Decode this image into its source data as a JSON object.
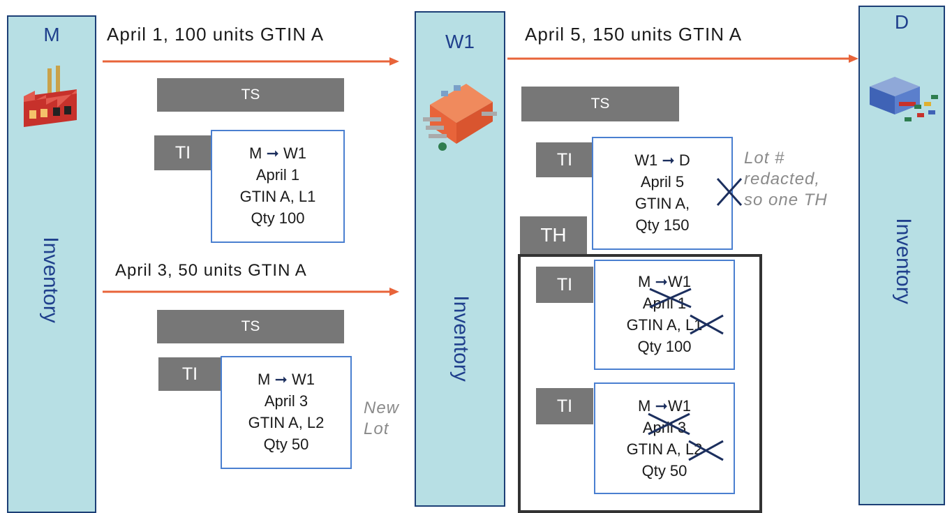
{
  "nodes": {
    "manufacturer": {
      "title": "M",
      "side_label": "Inventory",
      "icon": "factory-icon"
    },
    "warehouse": {
      "title": "W1",
      "side_label": "Inventory",
      "icon": "warehouse-icon"
    },
    "distributor": {
      "title": "D",
      "side_label": "Inventory",
      "icon": "distribution-center-icon"
    }
  },
  "shipments": [
    {
      "label": "April 1, 100 units GTIN A"
    },
    {
      "label": "April 3, 50 units GTIN A"
    },
    {
      "label": "April 5, 150 units GTIN A"
    }
  ],
  "ts_label": "TS",
  "ti_label": "TI",
  "th_label": "TH",
  "ti_boxes": {
    "m_w1_april1": {
      "from": "M",
      "to": "W1",
      "date": "April 1",
      "product": "GTIN A, L1",
      "qty": "Qty 100"
    },
    "m_w1_april3": {
      "from": "M",
      "to": "W1",
      "date": "April 3",
      "product": "GTIN A, L2",
      "qty": "Qty 50"
    },
    "w1_d_april5": {
      "from": "W1",
      "to": "D",
      "date": "April 5",
      "product": "GTIN A,",
      "qty": "Qty 150"
    },
    "th_april1": {
      "from": "M",
      "to": "W1",
      "date": "April 1",
      "product_prefix": "GTIN A,",
      "lot": "L1",
      "qty": "Qty 100"
    },
    "th_april3": {
      "from": "M",
      "to": "W1",
      "date": "April 3",
      "product_prefix": "GTIN A,",
      "lot": "L2",
      "qty": "Qty 50"
    }
  },
  "notes": {
    "new_lot": [
      "New",
      "Lot"
    ],
    "lot_redacted": [
      "Lot #",
      "redacted,",
      "so one TH"
    ]
  },
  "colors": {
    "column_fill": "#b7dfe4",
    "column_border": "#1c3f76",
    "title_text": "#1f3f8c",
    "shipment_arrow": "#e8643a",
    "tag_fill": "#777777",
    "box_border": "#4a7fd0",
    "strike": "#1c2f5e",
    "th_frame": "#333333",
    "note_text": "#8a8a8a"
  }
}
